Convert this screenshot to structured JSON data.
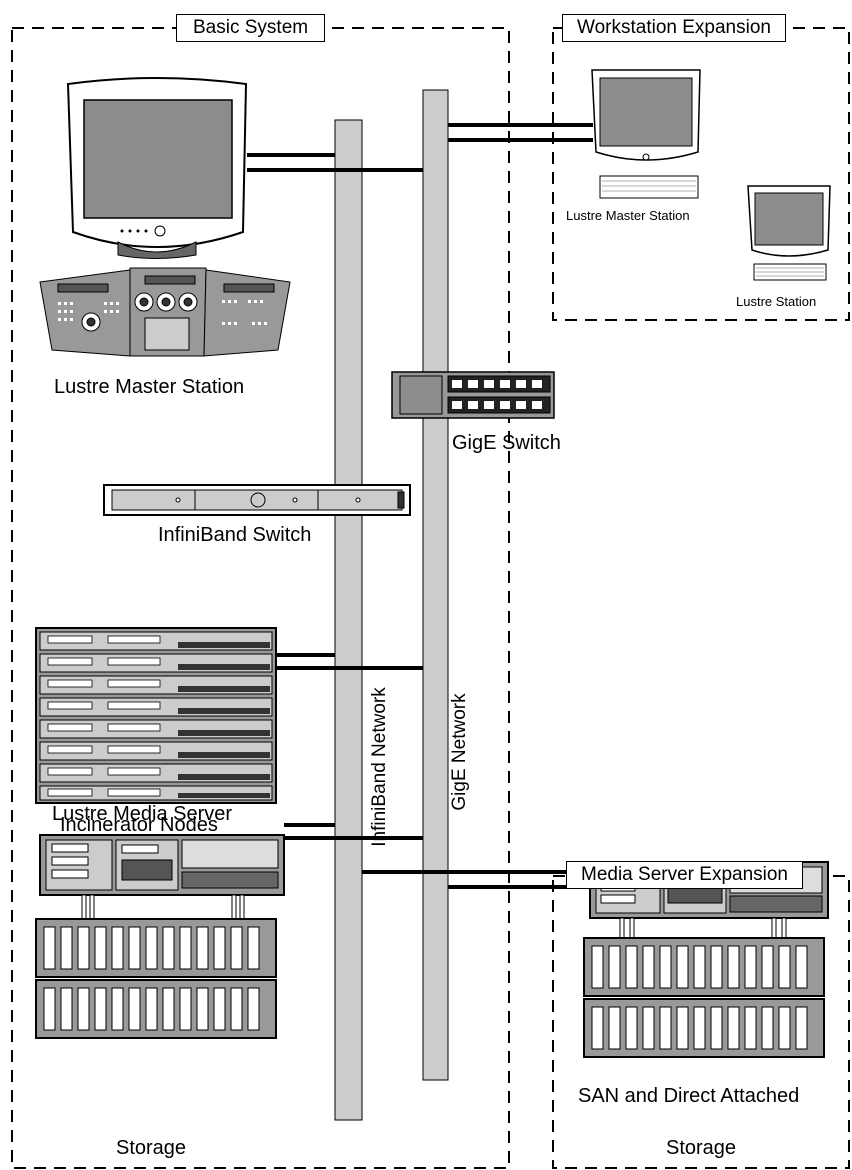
{
  "groups": {
    "basic_system": "Basic System",
    "workstation_expansion": "Workstation Expansion",
    "media_server_expansion": "Media Server Expansion"
  },
  "labels": {
    "lustre_master_station": "Lustre Master Station",
    "gige_switch": "GigE Switch",
    "infiniband_switch": "InfiniBand Switch",
    "incinerator_nodes": "Incinerator Nodes",
    "lustre_media_server": "Lustre Media Server",
    "storage": "Storage",
    "ws_lustre_master_station": "Lustre Master Station",
    "ws_lustre_station": "Lustre Station",
    "san_storage_line1": "SAN and Direct Attached",
    "san_storage_line2": "Storage"
  },
  "networks": {
    "infiniband": "InfiniBand Network",
    "gige": "GigE Network"
  },
  "colors": {
    "network_bar": "#cccccc",
    "device_gray": "#999999",
    "screen": "#8c8c8c",
    "dark": "#333333"
  }
}
